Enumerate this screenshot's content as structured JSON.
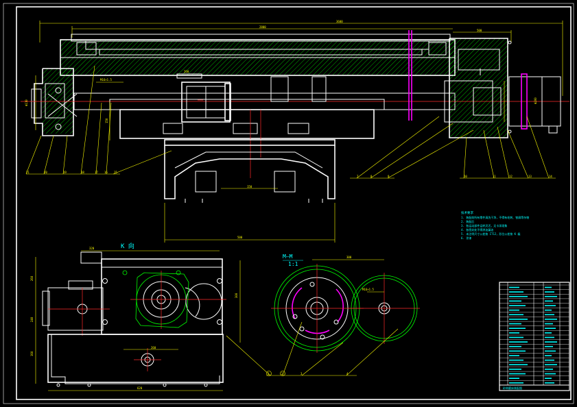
{
  "drawing": {
    "view_k_label": "K 向",
    "section_mm_label": "M—M",
    "section_mm_scale": "1:1",
    "notes_title": "技术要求",
    "notes_lines": [
      "1. 装配前所有零件清洗干净，不得有毛刺、铁屑等杂物",
      "2. 装配后",
      "3. 各运动部件运转灵活，无卡滞现象",
      "4. 各密封处不得渗油漏油",
      "5. 未注明尺寸公差按 IT12，形位公差按 K 级",
      "6. 涂漆"
    ],
    "part_balloons_left": [
      "21",
      "20",
      "19",
      "18",
      "17",
      "16",
      "15"
    ],
    "part_balloons_mid": [
      "7",
      "8",
      "9"
    ],
    "part_balloons_right": [
      "10",
      "11",
      "12",
      "13",
      "14"
    ],
    "part_balloons_bottom": [
      "1",
      "2",
      "3",
      "4"
    ]
  },
  "title_block": {
    "bottom_label": "砂带磨床装配图"
  },
  "colors": {
    "outline": "#ffffff",
    "dimension": "#ffff00",
    "center_line": "#ff2a2a",
    "hidden_part": "#00ff00",
    "highlight": "#ff00ff",
    "text": "#00ffff",
    "background": "#000000"
  }
}
